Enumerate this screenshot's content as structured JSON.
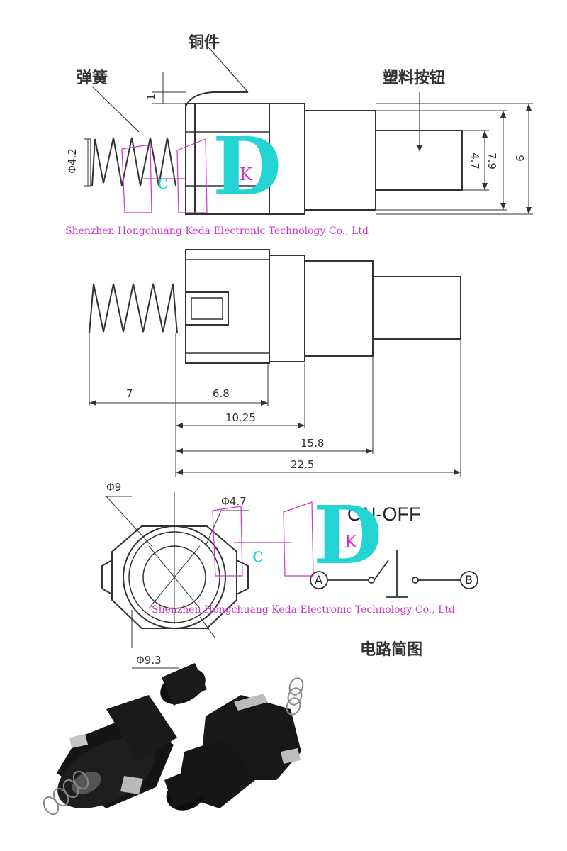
{
  "labels": {
    "copper_part": "铜件",
    "spring": "弹簧",
    "plastic_button": "塑料按钮",
    "circuit": "电路简图",
    "on_off": "ON-OFF",
    "terminal_a": "A",
    "terminal_b": "B"
  },
  "dims": {
    "d1": "1",
    "d_phi42": "Φ4.2",
    "d_47": "4.7",
    "d_79": "7.9",
    "d_9": "9",
    "d_7": "7",
    "d_68": "6.8",
    "d_1025": "10.25",
    "d_158": "15.8",
    "d_225": "22.5",
    "d_phi9": "Φ9",
    "d_phi47": "Φ4.7",
    "d_phi93": "Φ9.3"
  },
  "watermark": {
    "company_1": "Shenzhen Hongchuang Keda Electronic Technology Co., Ltd",
    "company_2": "Shenzhen Hongchuang Keda Electronic Technology Co., Ltd",
    "logo_letter": "D",
    "logo_small": "c",
    "logo_k": "K"
  },
  "colors": {
    "line": "#333333",
    "logo_cyan": "#22d4d4",
    "logo_magenta": "#cc33cc",
    "body_black": "#1a1a1a"
  }
}
